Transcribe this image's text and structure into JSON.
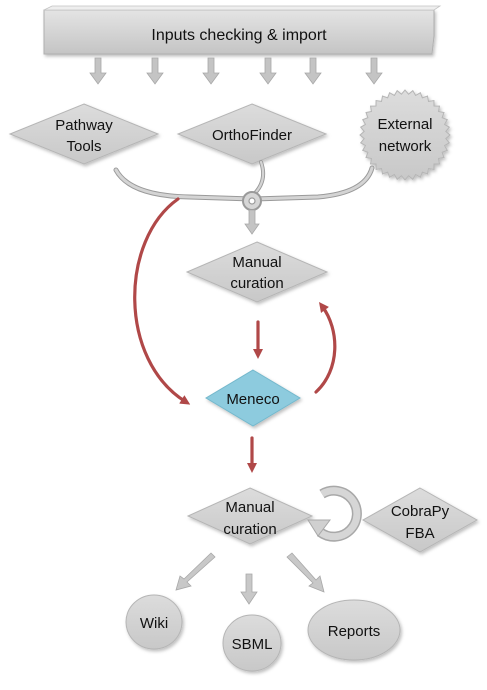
{
  "header": {
    "label": "Inputs checking & import"
  },
  "inputs": {
    "pathway_tools": {
      "line1": "Pathway",
      "line2": "Tools"
    },
    "orthofinder": {
      "label": "OrthoFinder"
    },
    "external_network": {
      "line1": "External",
      "line2": "network"
    }
  },
  "steps": {
    "manual_curation_1": {
      "line1": "Manual",
      "line2": "curation"
    },
    "meneco": {
      "label": "Meneco"
    },
    "manual_curation_2": {
      "line1": "Manual",
      "line2": "curation"
    },
    "cobrapy": {
      "line1": "CobraPy",
      "line2": "FBA"
    }
  },
  "outputs": {
    "wiki": {
      "label": "Wiki"
    },
    "sbml": {
      "label": "SBML"
    },
    "reports": {
      "label": "Reports"
    }
  },
  "colors": {
    "shape_fill": "#d3d3d3",
    "shape_stroke": "#b5b5b5",
    "meneco_fill": "#8dcbde",
    "red_arrow": "#b04848",
    "gray_arrow": "#bdbdbd"
  }
}
